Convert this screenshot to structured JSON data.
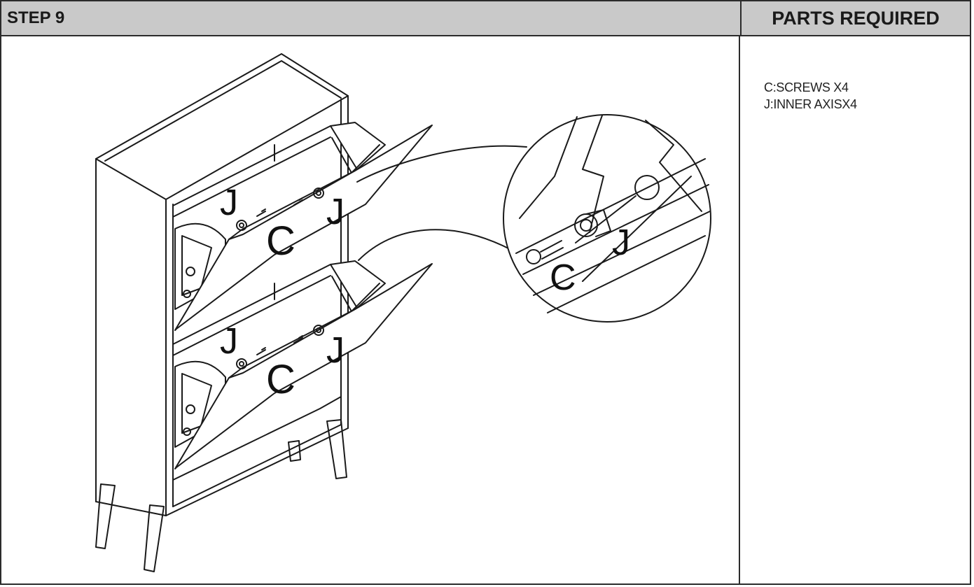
{
  "header": {
    "step_label": "STEP 9",
    "parts_title": "PARTS REQUIRED"
  },
  "parts": [
    {
      "text": "C:SCREWS  X4"
    },
    {
      "text": "J:INNER AXISX4"
    }
  ],
  "callouts": {
    "screw": "C",
    "axis": "J"
  },
  "colors": {
    "header_bg": "#c9c9c9",
    "line": "#2b2b2b"
  }
}
